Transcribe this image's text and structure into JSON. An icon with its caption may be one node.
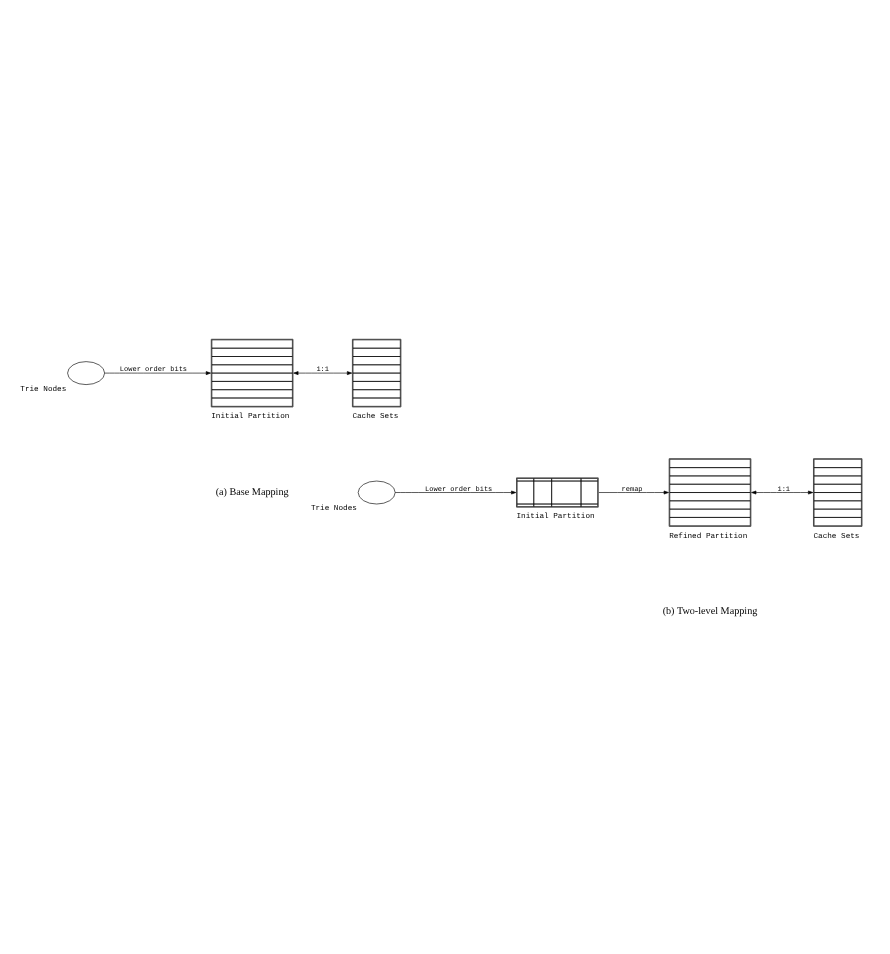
{
  "diagram": {
    "nodes": [
      {
        "text": [],
        "shape": "ellipse",
        "beside": [
          "Trie Nodes"
        ]
      },
      {
        "text": [],
        "shape": "box",
        "beside": [
          "Initial Partition"
        ]
      },
      {
        "text": [],
        "shape": "box",
        "beside": [
          "Cache Sets"
        ]
      },
      {
        "text": [],
        "shape": "ellipse",
        "beside": [
          "Trie Nodes"
        ]
      },
      {
        "text": [],
        "shape": "box",
        "beside": [
          "Initial Partition"
        ]
      },
      {
        "text": [],
        "shape": "box",
        "beside": [
          "Refined Partition"
        ]
      },
      {
        "text": [],
        "shape": "box",
        "beside": [
          "Cache Sets"
        ]
      }
    ],
    "edges": [
      {
        "from": 0,
        "to": 1,
        "arrow": "to",
        "label": "Lower order bits"
      },
      {
        "from": 1,
        "to": 2,
        "arrow": "both",
        "label": "1:1"
      },
      {
        "from": 3,
        "to": 4,
        "arrow": "to",
        "label": "Lower order bits"
      },
      {
        "from": 4,
        "to": 5,
        "arrow": "to",
        "label": "remap"
      },
      {
        "from": 5,
        "to": 6,
        "arrow": "both",
        "label": "1:1"
      }
    ],
    "labels": [
      "(a) Base Mapping",
      "(b) Two-level Mapping"
    ]
  }
}
